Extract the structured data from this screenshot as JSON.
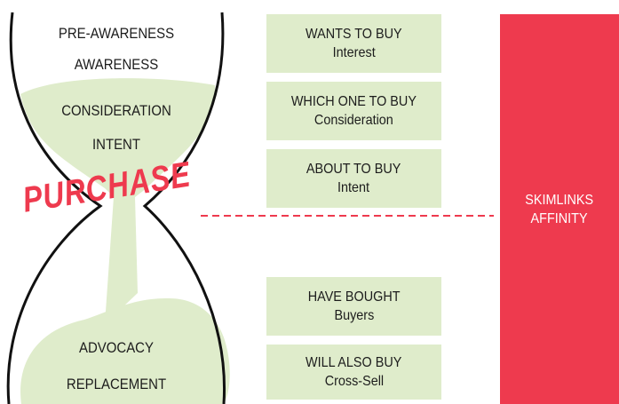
{
  "hourglass": {
    "top_labels": [
      "PRE-AWARENESS",
      "AWARENESS",
      "CONSIDERATION",
      "INTENT"
    ],
    "bottom_labels": [
      "ADVOCACY",
      "REPLACEMENT"
    ],
    "purchase_label": "PURCHASE"
  },
  "stages": [
    {
      "title": "WANTS TO BUY",
      "subtitle": "Interest"
    },
    {
      "title": "WHICH ONE TO BUY",
      "subtitle": "Consideration"
    },
    {
      "title": "ABOUT TO BUY",
      "subtitle": "Intent"
    },
    {
      "title": "HAVE BOUGHT",
      "subtitle": "Buyers"
    },
    {
      "title": "WILL ALSO BUY",
      "subtitle": "Cross-Sell"
    }
  ],
  "affinity": {
    "line1": "SKIMLINKS",
    "line2": "AFFINITY"
  },
  "colors": {
    "accent_red": "#ee3a4e",
    "sand_green": "#dfeccb",
    "outline": "#111111"
  }
}
